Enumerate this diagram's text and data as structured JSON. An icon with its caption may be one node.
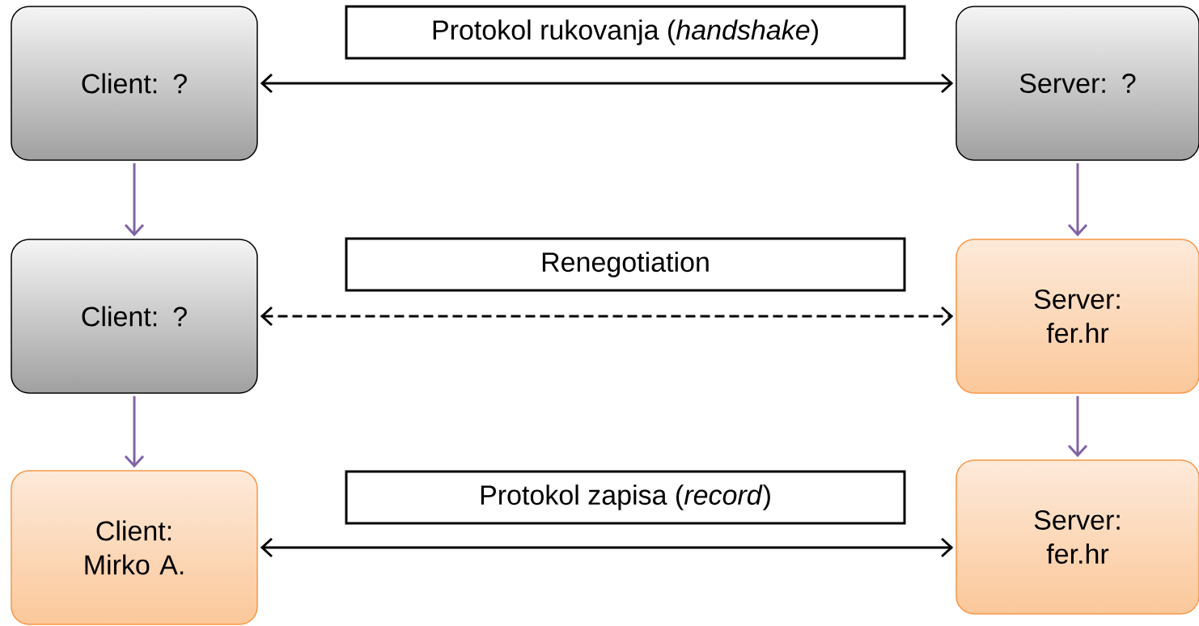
{
  "diagram": {
    "nodes": [
      {
        "text": [
          "Client: ?"
        ]
      },
      {
        "text": [
          "Protokol rukovanja (*handshake*)"
        ]
      },
      {
        "text": [
          "Server: ?"
        ]
      },
      {
        "text": [
          "Client: ?"
        ]
      },
      {
        "text": [
          "Renegotiation"
        ]
      },
      {
        "text": [
          "Server: fer.hr"
        ]
      },
      {
        "text": [
          "Client: Mirko A."
        ]
      },
      {
        "text": [
          "Protokol zapisa (*record*)"
        ]
      },
      {
        "text": [
          "Server: fer.hr"
        ]
      }
    ],
    "edges": [
      {
        "from": 0,
        "to": 2,
        "arrow": "both",
        "color": "#000000"
      },
      {
        "from": 0,
        "to": 3,
        "arrow": "to"
      },
      {
        "from": 2,
        "to": 5,
        "arrow": "to"
      },
      {
        "from": 3,
        "to": 5,
        "arrow": "both",
        "style": "dashed",
        "color": "#000000"
      },
      {
        "from": 3,
        "to": 6,
        "arrow": "to"
      },
      {
        "from": 5,
        "to": 8,
        "arrow": "to"
      },
      {
        "from": 6,
        "to": 8,
        "arrow": "both",
        "color": "#000000"
      }
    ]
  }
}
